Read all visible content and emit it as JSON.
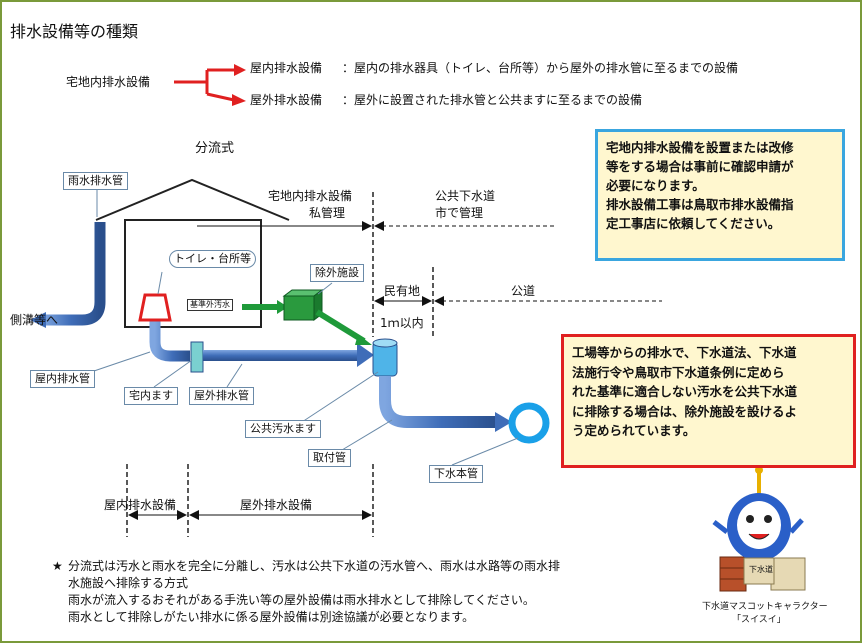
{
  "title": "排水設備等の種類",
  "classification": {
    "root": "宅地内排水設備",
    "indoor_label": "屋内排水設備",
    "indoor_desc": "：屋内の排水器具（トイレ、台所等）から屋外の排水管に至るまでの設備",
    "outdoor_label": "屋外排水設備",
    "outdoor_desc": "：屋外に設置された排水管と公共ますに至るまでの設備"
  },
  "diagram": {
    "system": "分流式",
    "rain_pipe": "雨水排水管",
    "to_gutter": "側溝等へ",
    "toilet_kitchen": "トイレ・台所等",
    "industrial_waste": "基準外汚水",
    "pretreatment": "除外施設",
    "private_label": "宅地内排水設備",
    "private_mgmt": "私管理",
    "public_label": "公共下水道",
    "public_mgmt": "市で管理",
    "private_land": "民有地",
    "within_1m": "1ｍ以内",
    "public_road": "公道",
    "indoor_pipe": "屋内排水管",
    "house_basin": "宅内ます",
    "outdoor_pipe": "屋外排水管",
    "public_basin": "公共汚水ます",
    "connection_pipe": "取付管",
    "main_sewer": "下水本管",
    "indoor_equipment": "屋内排水設備",
    "outdoor_equipment": "屋外排水設備"
  },
  "notice_blue": [
    "宅地内排水設備を設置または改修",
    "等をする場合は事前に確認申請が",
    "必要になります。",
    "排水設備工事は鳥取市排水設備指",
    "定工事店に依頼してください。"
  ],
  "notice_red": [
    "工場等からの排水で、下水道法、下水道",
    "法施行令や鳥取市下水道条例に定めら",
    "れた基準に適合しない汚水を公共下水道",
    "に排除する場合は、除外施設を設けるよ",
    "う定められています。"
  ],
  "footnote": {
    "star": "★",
    "line1": "分流式は汚水と雨水を完全に分離し、汚水は公共下水道の汚水管へ、雨水は水路等の雨水排",
    "line2": "水施設へ排除する方式",
    "line3": "雨水が流入するおそれがある手洗い等の屋外設備は雨水排水として排除してください。",
    "line4": "雨水として排除しがたい排水に係る屋外設備は別途協議が必要となります。"
  },
  "mascot": {
    "sign": "下水道",
    "caption1": "下水道マスコットキャラクター",
    "caption2": "「スイスイ」"
  },
  "colors": {
    "pipe": "#3f6db8",
    "green": "#1f9a3a",
    "red_arrow": "#e02020",
    "notice_bg": "#fff7cf",
    "blue_border": "#3aa6df",
    "red_border": "#e02020",
    "frame": "#7a9a3a"
  }
}
